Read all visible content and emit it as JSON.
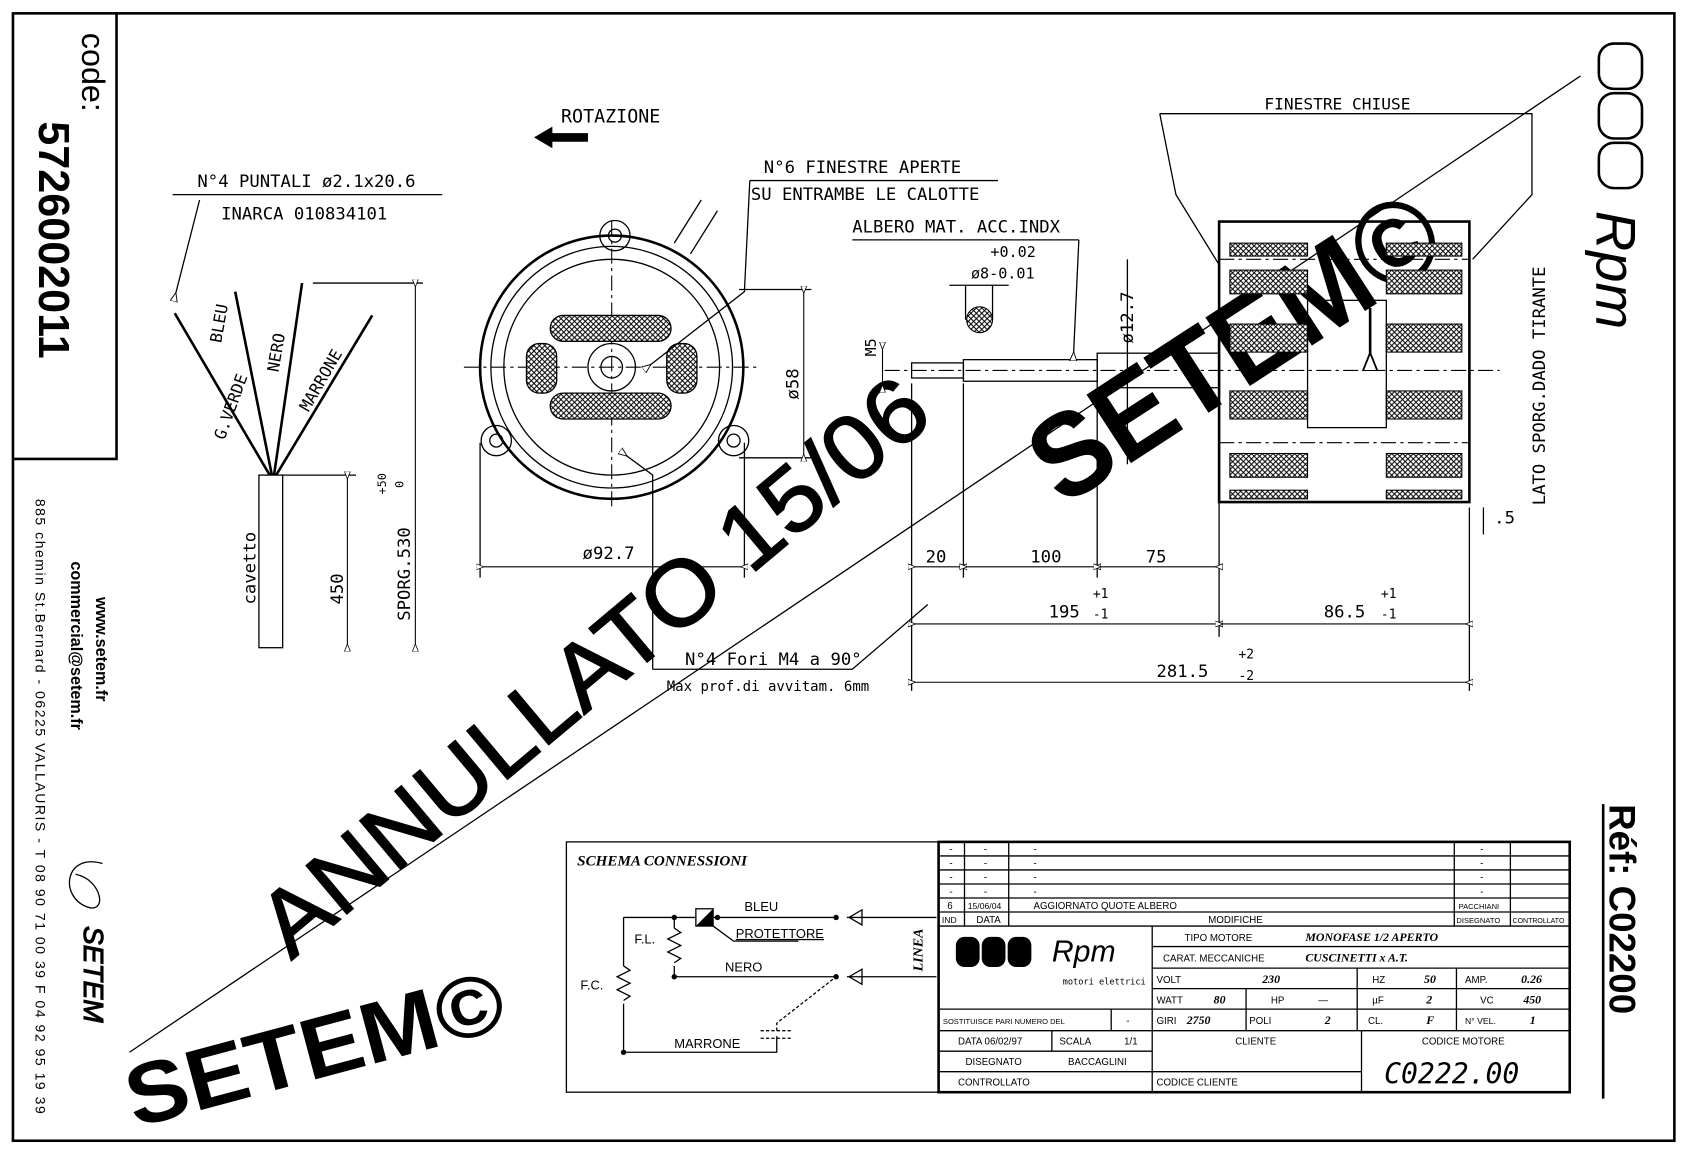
{
  "sidebar": {
    "code_label": "code:",
    "code": "5726002011",
    "website": "www.setem.fr",
    "email": "commercial@setem.fr",
    "address": "885 chemin St.Bernard - 06225 VALLAURIS - T 08 90 71 00 39  F 04 92 95 19 39",
    "brand": "SETEM"
  },
  "right_strip": {
    "logo": "Rpm",
    "ref": "Réf: C02200"
  },
  "drawing": {
    "rotation": "ROTAZIONE",
    "leads_title": "N°4 PUNTALI ø2.1x20.6",
    "leads_ref": "INARCA 010834101",
    "wires": [
      "G.VERDE",
      "BLEU",
      "NERO",
      "MARRONE"
    ],
    "cable": "cavetto",
    "dim_450": "450",
    "sporg": "SPORG.530",
    "sporg_tol_plus": "+50",
    "sporg_tol_minus": "0",
    "windows_open_1": "N°6 FINESTRE APERTE",
    "windows_open_2": "SU ENTRAMBE LE CALOTTE",
    "d58": "ø58",
    "d92": "ø92.7",
    "holes_1": "N°4 Fori M4 a 90°",
    "holes_2": "Max prof.di avvitam. 6mm",
    "shaft_mat": "ALBERO MAT. ACC.INDX",
    "shaft_tol_plus": "+0.02",
    "shaft_d": "ø8-0.01",
    "m5": "M5",
    "d12": "ø12.7",
    "windows_closed": "FINESTRE CHIUSE",
    "tie_side": "LATO SPORG.DADO TIRANTE",
    "d_20": "20",
    "d_100": "100",
    "d_75": "75",
    "d_195": "195",
    "d_195_tol": [
      "+1",
      "-1"
    ],
    "d_86": "86.5",
    "d_86_tol": [
      "+1",
      "-1"
    ],
    "d_281": "281.5",
    "d_281_tol": [
      "+2",
      "-2"
    ],
    "d_05": ".5"
  },
  "watermark": {
    "cancelled": "ANNULLATO 15/06",
    "brand": "SETEM©"
  },
  "schema": {
    "title": "SCHEMA CONNESSIONI",
    "bleu": "BLEU",
    "protettore": "PROTETTORE",
    "nero": "NERO",
    "marrone": "MARRONE",
    "fl": "F.L.",
    "fc": "F.C.",
    "linea": "LINEA"
  },
  "title_block": {
    "revisions": [
      {
        "ind": "-",
        "data": "-",
        "mod": "-",
        "dis": "-"
      },
      {
        "ind": "-",
        "data": "-",
        "mod": "-",
        "dis": "-"
      },
      {
        "ind": "-",
        "data": "-",
        "mod": "-",
        "dis": "-"
      },
      {
        "ind": "-",
        "data": "-",
        "mod": "-",
        "dis": "-"
      },
      {
        "ind": "6",
        "data": "15/06/04",
        "mod": "AGGIORNATO QUOTE ALBERO",
        "dis": "PACCHIANI"
      }
    ],
    "headers": {
      "ind": "IND",
      "data": "DATA",
      "mod": "MODIFICHE",
      "dis": "DISEGNATO",
      "ctrl": "CONTROLLATO"
    },
    "logo": "Rpm",
    "logo_sub": "motori elettrici",
    "tipo_label": "TIPO MOTORE",
    "tipo": "MONOFASE 1/2 APERTO",
    "carat_label": "CARAT. MECCANICHE",
    "carat": "CUSCINETTI x A.T.",
    "volt_label": "VOLT",
    "volt": "230",
    "hz_label": "HZ",
    "hz": "50",
    "amp_label": "AMP.",
    "amp": "0.26",
    "watt_label": "WATT",
    "watt": "80",
    "hp_label": "HP",
    "hp": "—",
    "uf_label": "µF",
    "uf": "2",
    "vc_label": "VC",
    "vc": "450",
    "giri_label": "GIRI",
    "giri": "2750",
    "poli_label": "POLI",
    "poli": "2",
    "cl_label": "CL.",
    "cl": "F",
    "vel_label": "N° VEL.",
    "vel": "1",
    "sost_label": "SOSTITUISCE PARI NUMERO DEL",
    "sost": "-",
    "data_label": "DATA 06/02/97",
    "scala_label": "SCALA",
    "scala": "1/1",
    "dis_label": "DISEGNATO",
    "dis": "BACCAGLINI",
    "ctrl_label": "CONTROLLATO",
    "cliente_label": "CLIENTE",
    "codcliente_label": "CODICE CLIENTE",
    "codmotore_label": "CODICE MOTORE",
    "codmotore": "C0222.00"
  }
}
